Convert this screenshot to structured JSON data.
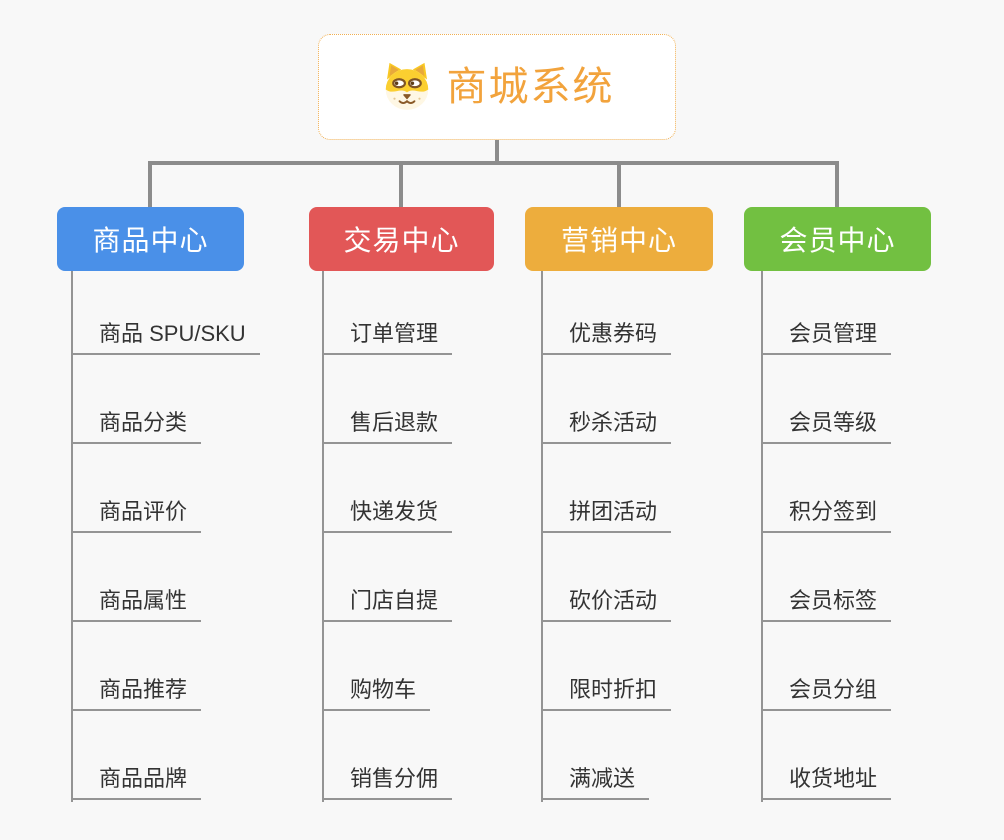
{
  "root": {
    "title": "商城系统",
    "icon": "dog-face-icon"
  },
  "colors": {
    "background": "#F8F8F8",
    "root_title": "#F2A33C",
    "root_border": "#F0AF52",
    "connector": "#8C8C8C",
    "leaf_line": "#949494",
    "leaf_text": "#333333",
    "branch_text": "#FFFFFF"
  },
  "branches": [
    {
      "label": "商品中心",
      "color": "#4A90E8",
      "items": [
        "商品 SPU/SKU",
        "商品分类",
        "商品评价",
        "商品属性",
        "商品推荐",
        "商品品牌"
      ]
    },
    {
      "label": "交易中心",
      "color": "#E25757",
      "items": [
        "订单管理",
        "售后退款",
        "快递发货",
        "门店自提",
        "购物车",
        "销售分佣"
      ]
    },
    {
      "label": "营销中心",
      "color": "#EDAD3D",
      "items": [
        "优惠券码",
        "秒杀活动",
        "拼团活动",
        "砍价活动",
        "限时折扣",
        "满减送"
      ]
    },
    {
      "label": "会员中心",
      "color": "#72C041",
      "items": [
        "会员管理",
        "会员等级",
        "积分签到",
        "会员标签",
        "会员分组",
        "收货地址"
      ]
    }
  ]
}
